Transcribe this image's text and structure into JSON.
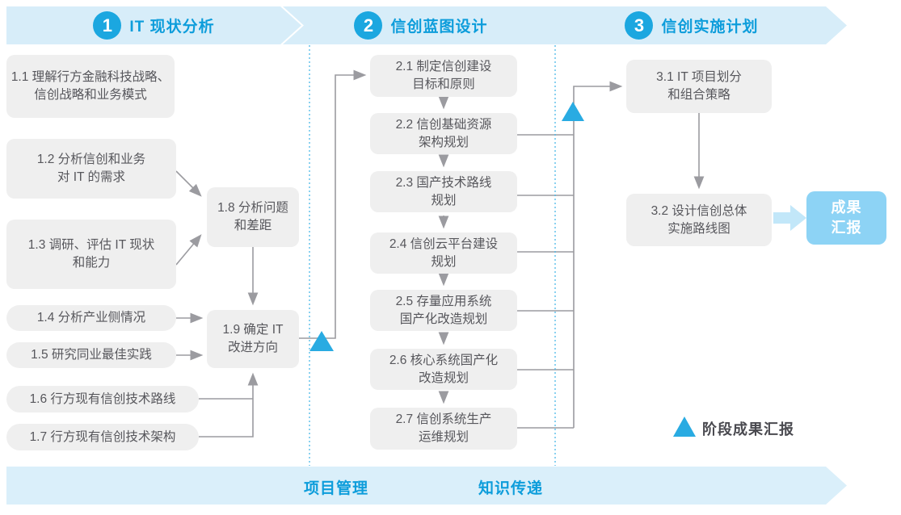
{
  "phases": [
    {
      "number": "1",
      "label": "IT 现状分析"
    },
    {
      "number": "2",
      "label": "信创蓝图设计"
    },
    {
      "number": "3",
      "label": "信创实施计划"
    }
  ],
  "boxes": {
    "b11": "1.1 理解行方金融科技战略、\n信创战略和业务模式",
    "b12": "1.2 分析信创和业务\n对 IT 的需求",
    "b13": "1.3 调研、评估 IT 现状\n和能力",
    "b14": "1.4 分析产业侧情况",
    "b15": "1.5 研究同业最佳实践",
    "b16": "1.6 行方现有信创技术路线",
    "b17": "1.7 行方现有信创技术架构",
    "b18": "1.8 分析问题\n和差距",
    "b19": "1.9 确定 IT\n改进方向",
    "b21": "2.1 制定信创建设\n目标和原则",
    "b22": "2.2 信创基础资源\n架构规划",
    "b23": "2.3 国产技术路线\n规划",
    "b24": "2.4 信创云平台建设\n规划",
    "b25": "2.5 存量应用系统\n国产化改造规划",
    "b26": "2.6 核心系统国产化\n改造规划",
    "b27": "2.7 信创系统生产\n运维规划",
    "b31": "3.1 IT 项目划分\n和组合策略",
    "b32": "3.2 设计信创总体\n实施路线图",
    "result": "成果\n汇报"
  },
  "footer": {
    "labels": [
      "项目管理",
      "知识传递"
    ]
  },
  "legend": {
    "label": "阶段成果汇报"
  },
  "colors": {
    "accent_blue": "#29abe2",
    "band_blue": "#d7edf9",
    "header_text_blue": "#0d9ddb",
    "box_gray": "#efefef",
    "box_text_gray": "#57575c",
    "line_gray": "#9b9ba0",
    "dotted_separator_blue": "#4ab8e8",
    "result_box_blue": "#8dd3f5",
    "result_arrow_blue": "#c2e7f9",
    "legend_text_gray": "#4a4a50"
  }
}
